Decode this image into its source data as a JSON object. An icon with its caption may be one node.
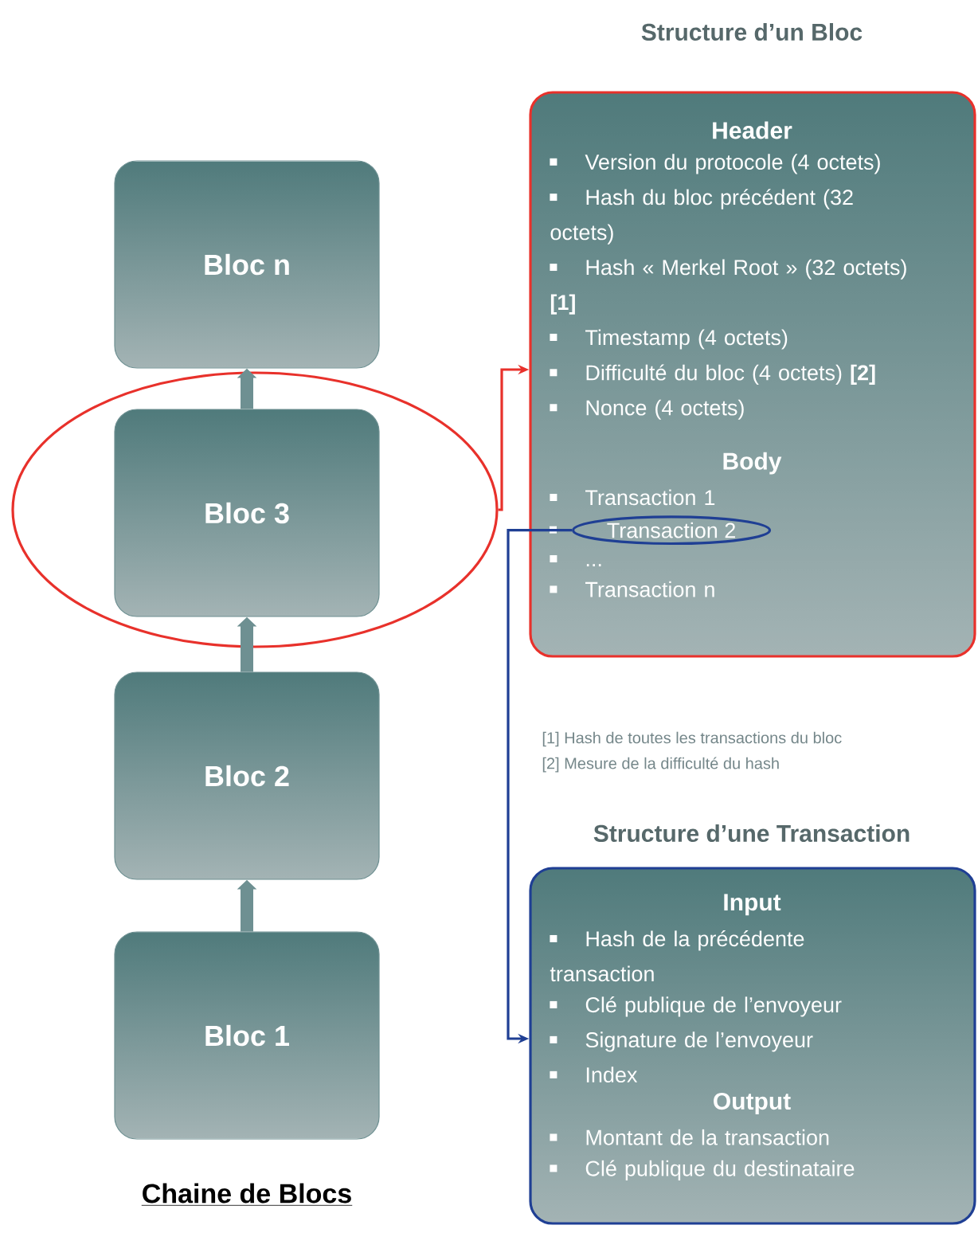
{
  "diagram": {
    "caption": "Chaine de Blocs",
    "nodes": [
      {
        "text": [
          "Bloc n"
        ]
      },
      {
        "text": [],
        "shape": "ellipse"
      },
      {
        "text": [
          "Bloc 3"
        ],
        "in": 1
      },
      {
        "text": [
          "Bloc 2"
        ]
      },
      {
        "text": [
          "Bloc 1"
        ]
      },
      {
        "text": [
          "Structure d’un Bloc",
          "Header",
          "Version du protocole (4 octets)",
          "Hash du bloc précédent (32 octets)",
          "Hash « Merkel Root » (32 octets) **[1]**",
          "Timestamp (4 octets)",
          "Difficulté du bloc (4 octets) **[2]**",
          "Nonce (4 octets)",
          "Body",
          "Transaction 1",
          "...",
          "Transaction n"
        ]
      },
      {
        "text": [
          "Transaction 2"
        ],
        "in": 5
      },
      {
        "text": [
          "Structure d’une Transaction",
          "Input",
          "Hash de la précédente transaction",
          "Clé publique de l’envoyeur",
          "Signature de l’envoyeur",
          "Index",
          "Output",
          "Montant de la transaction",
          "Clé publique du destinataire"
        ]
      }
    ],
    "edges": [
      {
        "from": 4,
        "to": 3,
        "arrow": "to"
      },
      {
        "from": 3,
        "to": 2,
        "arrow": "to"
      },
      {
        "from": 2,
        "to": 0,
        "arrow": "to"
      },
      {
        "from": 1,
        "to": 5,
        "arrow": "to",
        "color": "#e8312b"
      },
      {
        "from": 6,
        "to": 7,
        "arrow": "to",
        "color": "#1f3f94"
      }
    ],
    "labels": [
      "[1] Hash de toutes les transactions du bloc",
      "[2] Mesure de la difficulté du hash"
    ]
  }
}
